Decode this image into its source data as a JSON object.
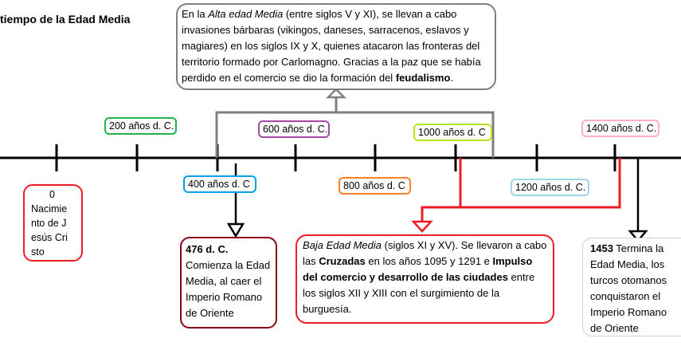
{
  "title": "tiempo de la Edad Media",
  "dates": {
    "d0": "200 años d. C.",
    "d1": "400 años d. C",
    "d2": "600 años d. C.",
    "d3": "800 años d. C",
    "d4": "1000 años d. C",
    "d5": "1200 años d. C.",
    "d6": "1400 años d. C."
  },
  "colors": {
    "green": "#22b14c",
    "blue": "#00a2e8",
    "purple": "#a349a4",
    "orange": "#ff7f27",
    "lime": "#b5e61d",
    "lightblue": "#99d9ea",
    "pink": "#ffaec9",
    "red": "#ed1c24",
    "darkred": "#880015",
    "gray": "#7f7f7f"
  },
  "boxes": {
    "alta": {
      "t1": "En la ",
      "t2": "Alta edad Media",
      "t3": " (entre siglos V y XI), se llevan a cabo invasiones bárbaras (vikingos, daneses, sarracenos, eslavos y magiares) en los siglos IX y X, quienes atacaron las fronteras del territorio formado por Carlomagno. Gracias a la paz que se había perdido en el comercio se dio la formación del ",
      "t4": "feudalismo",
      "t5": "."
    },
    "birth": {
      "year": "0",
      "text": "Nacimiento de Jesús Cristo"
    },
    "y476": {
      "year": "476 d. C.",
      "text": "Comienza la Edad Media, al caer el Imperio Romano de Oriente"
    },
    "baja": {
      "t1": "Baja Edad Media",
      "t2": " (siglos XI y XV). Se llevaron a cabo las ",
      "t3": "Cruzadas",
      "t4": " en los años 1095 y 1291 e ",
      "t5": "Impulso del comercio y desarrollo de las ciudades",
      "t6": " entre los siglos XII y XIII con el surgimiento de la burguesía."
    },
    "y1453": {
      "year": "1453",
      "text": " Termina la Edad Media, los turcos otomanos conquistaron el Imperio Romano de Oriente"
    }
  }
}
